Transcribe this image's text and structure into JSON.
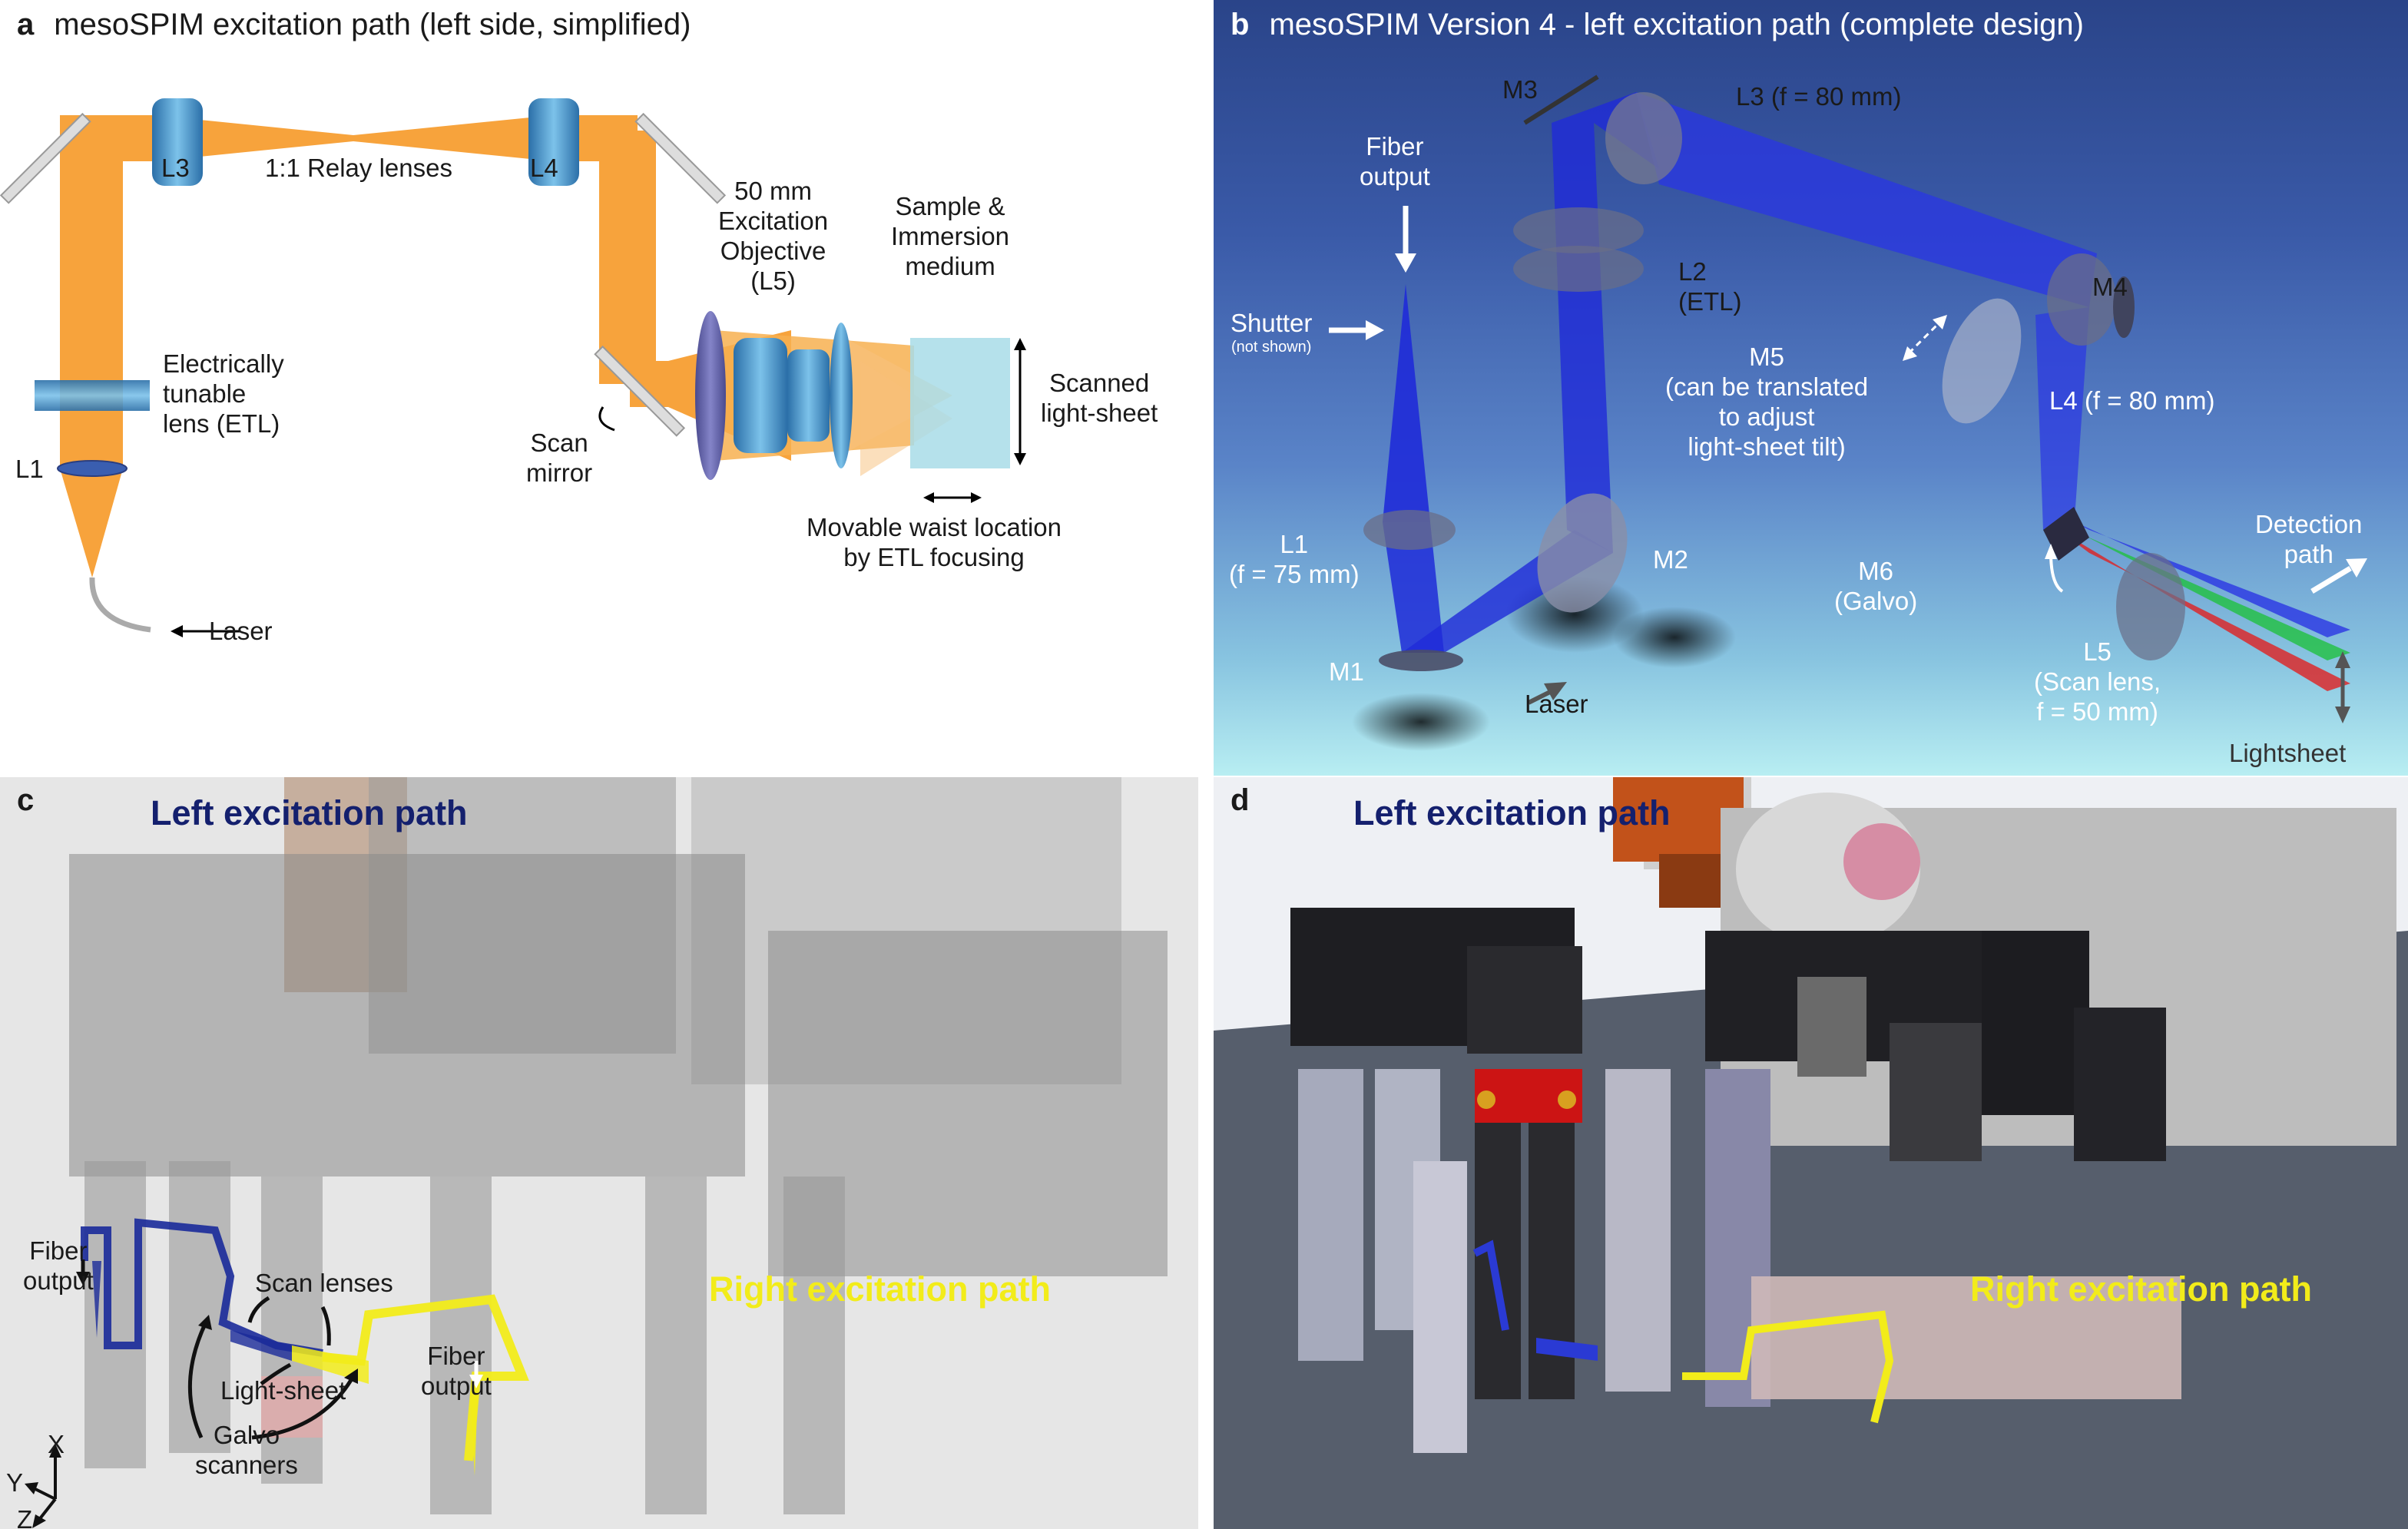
{
  "panel_a": {
    "letter": "a",
    "title": "mesoSPIM excitation path (left side, simplified)",
    "l3": "L3",
    "relay": "1:1 Relay lenses",
    "l4": "L4",
    "objective": [
      "50 mm",
      "Excitation",
      "Objective",
      "(L5)"
    ],
    "sample": [
      "Sample &",
      "Immersion",
      "medium"
    ],
    "etl": [
      "Electrically",
      "tunable",
      "lens (ETL)"
    ],
    "scanned": [
      "Scanned",
      "light-sheet"
    ],
    "l1": "L1",
    "scan_mirror": [
      "Scan",
      "mirror"
    ],
    "waist": [
      "Movable waist location",
      "by ETL focusing"
    ],
    "laser": "Laser"
  },
  "panel_b": {
    "letter": "b",
    "title": "mesoSPIM Version 4 - left excitation path (complete design)",
    "m3": "M3",
    "l3": "L3 (f = 80 mm)",
    "fiber": [
      "Fiber",
      "output"
    ],
    "l2": [
      "L2",
      "(ETL)"
    ],
    "m4": "M4",
    "shutter": "Shutter",
    "not_shown": "(not shown)",
    "m5": [
      "M5",
      "(can be translated",
      "to adjust",
      "light-sheet tilt)"
    ],
    "l4": "L4 (f = 80 mm)",
    "l1": [
      "L1",
      "(f = 75 mm)"
    ],
    "m2": "M2",
    "m6": [
      "M6",
      "(Galvo)"
    ],
    "detection": [
      "Detection",
      "path"
    ],
    "m1": "M1",
    "laser": "Laser",
    "l5": [
      "L5",
      "(Scan lens,",
      "f = 50 mm)"
    ],
    "lightsheet": "Lightsheet"
  },
  "panel_c": {
    "letter": "c",
    "left_path": "Left excitation path",
    "right_path": "Right excitation path",
    "fiber_left": [
      "Fiber",
      "output"
    ],
    "scan_lenses": "Scan lenses",
    "fiber_right": [
      "Fiber",
      "output"
    ],
    "light_sheet": "Light-sheet",
    "galvo": [
      "Galvo",
      "scanners"
    ],
    "axis_x": "X",
    "axis_y": "Y",
    "axis_z": "Z"
  },
  "panel_d": {
    "letter": "d",
    "left_path": "Left excitation path",
    "right_path": "Right excitation path"
  },
  "colors": {
    "beam_orange": "#f7a33c",
    "lens_blue": "#3f8fc4",
    "ray_blue": "#1f2bd8",
    "left_path_navy": "#14206e",
    "right_path_yellow": "#f2ec1a"
  }
}
